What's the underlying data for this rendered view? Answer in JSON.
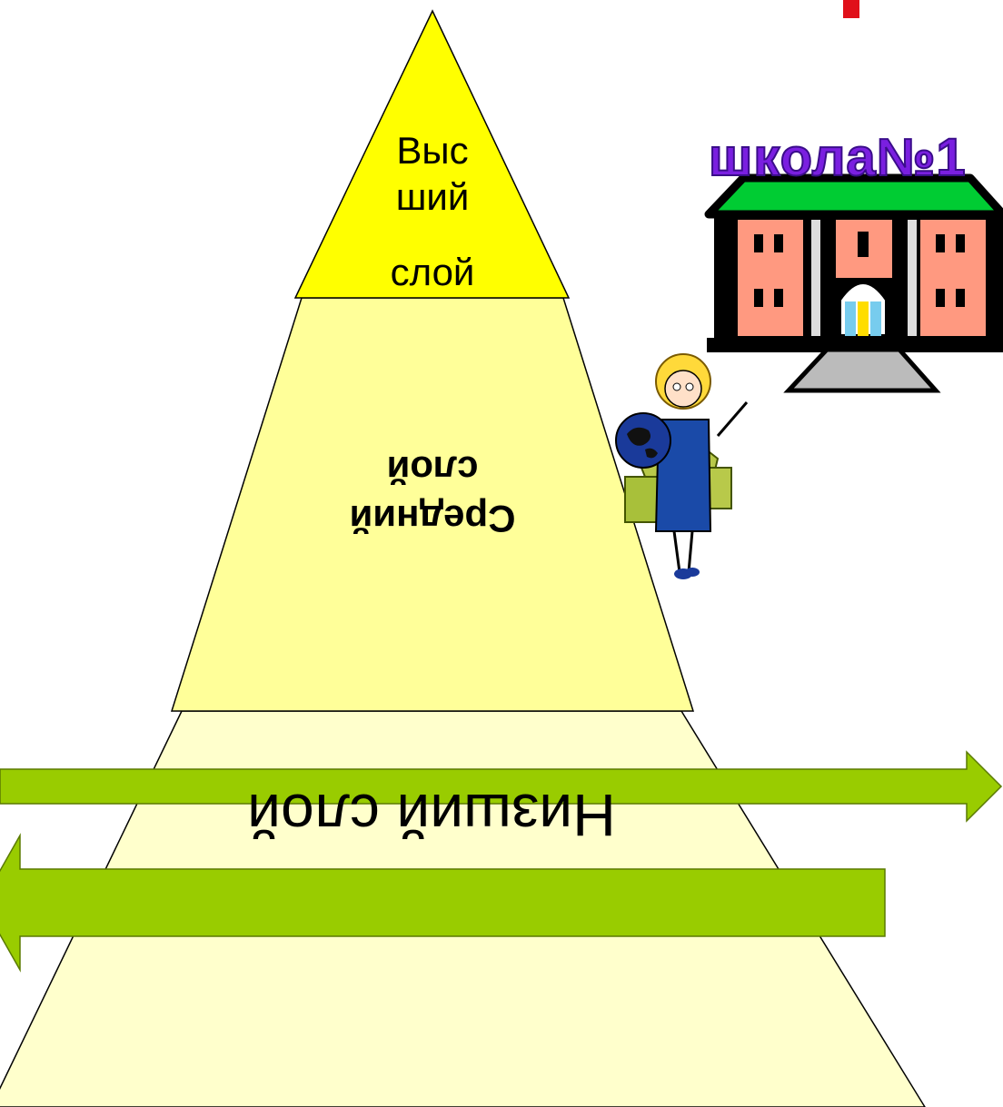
{
  "pyramid": {
    "top_layer": {
      "label_line1": "Выс",
      "label_line2": "ший",
      "label_line3": "слой",
      "color": "#ffff00"
    },
    "middle_layer": {
      "label_line1": "Средний",
      "label_line2": "слой",
      "color": "#ffff99"
    },
    "bottom_layer": {
      "label": "Низший слой",
      "color": "#ffffcc"
    }
  },
  "school": {
    "label": "школа№1",
    "roof_color": "#00cc33",
    "wall_color": "#ff9980",
    "label_color": "#7a1fe0"
  },
  "arrows": {
    "color": "#99cc00",
    "upper_direction": "right",
    "lower_direction": "left"
  },
  "accent": {
    "red": "#e0101a"
  }
}
